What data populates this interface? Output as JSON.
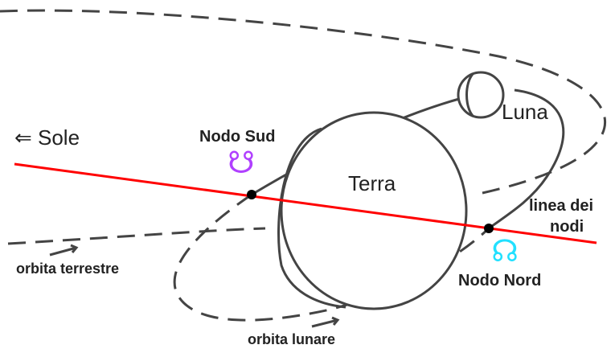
{
  "labels": {
    "sun": "⇐ Sole",
    "moon": "Luna",
    "earth": "Terra",
    "south_node": "Nodo Sud",
    "north_node": "Nodo Nord",
    "line_of_nodes_1": "linea dei",
    "line_of_nodes_2": "nodi",
    "earth_orbit": "orbita terrestre",
    "moon_orbit": "orbita lunare"
  },
  "symbols": {
    "south_node": "☋",
    "north_node": "☊"
  },
  "colors": {
    "node_line": "#ff0000",
    "south_node_symbol": "#b040ff",
    "north_node_symbol": "#22e0ff",
    "strokes": "#444444"
  }
}
